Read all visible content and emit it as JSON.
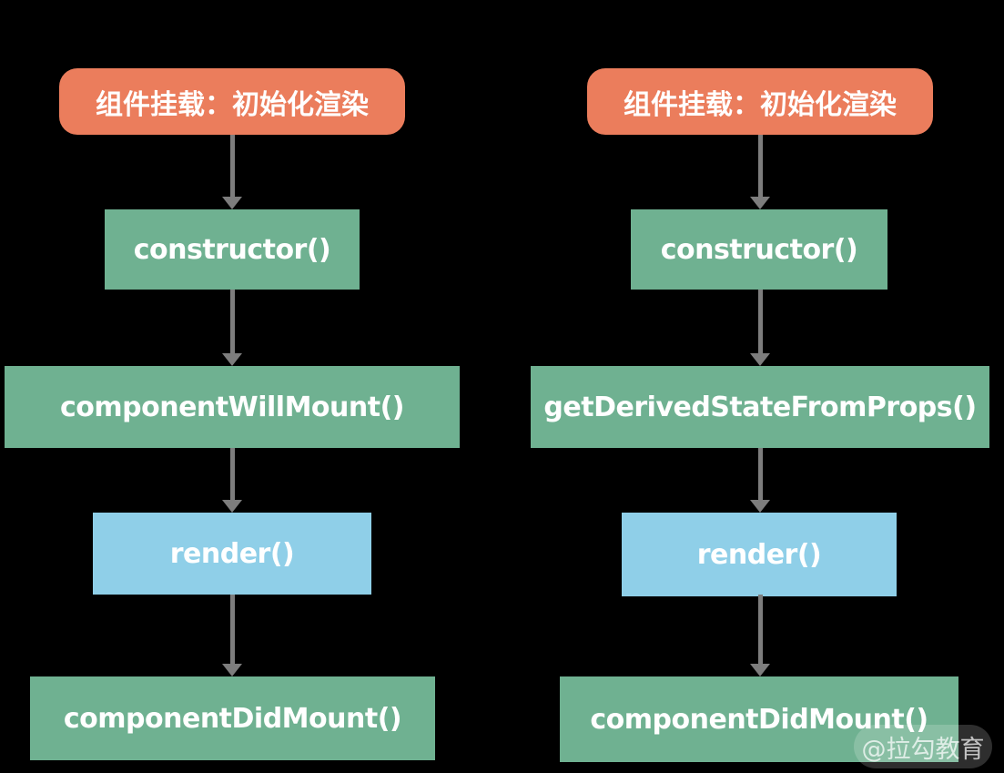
{
  "background": "#000000",
  "colors": {
    "start": "#EB7D5C",
    "lifecycle": "#6FB191",
    "render": "#8FCFE8",
    "arrow": "#7D7D7D",
    "text": "#FFFFFF"
  },
  "diagram": {
    "description": "Two vertical flowcharts of React component mounting lifecycle",
    "columns": [
      {
        "name": "left-flow",
        "nodes": [
          {
            "label": "组件挂载：初始化渲染",
            "type": "start"
          },
          {
            "label": "constructor()",
            "type": "lifecycle"
          },
          {
            "label": "componentWillMount()",
            "type": "lifecycle"
          },
          {
            "label": "render()",
            "type": "render"
          },
          {
            "label": "componentDidMount()",
            "type": "lifecycle"
          }
        ]
      },
      {
        "name": "right-flow",
        "nodes": [
          {
            "label": "组件挂载：初始化渲染",
            "type": "start"
          },
          {
            "label": "constructor()",
            "type": "lifecycle"
          },
          {
            "label": "getDerivedStateFromProps()",
            "type": "lifecycle"
          },
          {
            "label": "render()",
            "type": "render"
          },
          {
            "label": "componentDidMount()",
            "type": "lifecycle"
          }
        ]
      }
    ]
  },
  "watermark": {
    "label": "@拉勾教育"
  }
}
